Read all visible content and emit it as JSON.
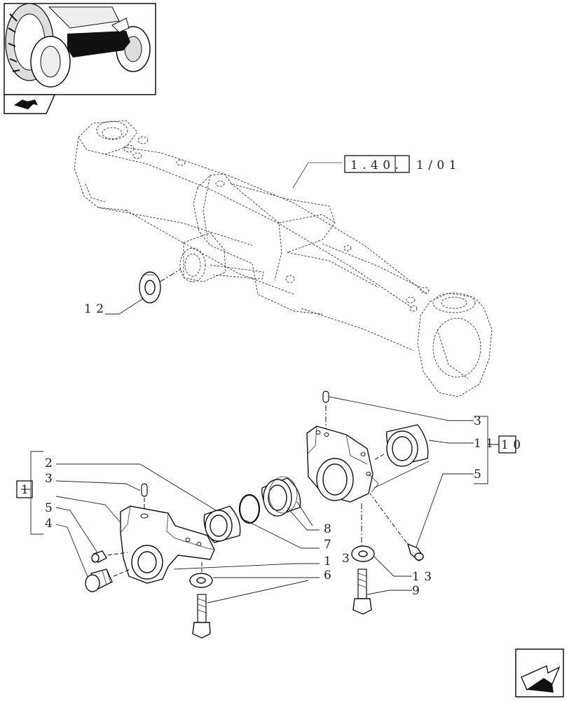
{
  "reference": {
    "prefix": "1 . 4 0 .",
    "suffix": "1 / 0 1"
  },
  "callouts": {
    "c1": "1",
    "c2": "2",
    "c3a": "3",
    "c5a": "5",
    "c4": "4",
    "c7": "7",
    "c1b": "1",
    "c6": "6",
    "c8": "8",
    "c3b": "3",
    "c11": "1 1",
    "c10": "1 0",
    "c5b": "5",
    "c3c": "3",
    "c13": "1 3",
    "c9": "9",
    "c12": "1 2"
  },
  "icons": {
    "thumbnail": "tractor-front-axle-thumbnail",
    "thumbnail_tab": "book-icon",
    "nav": "next-page-arrow-icon"
  }
}
